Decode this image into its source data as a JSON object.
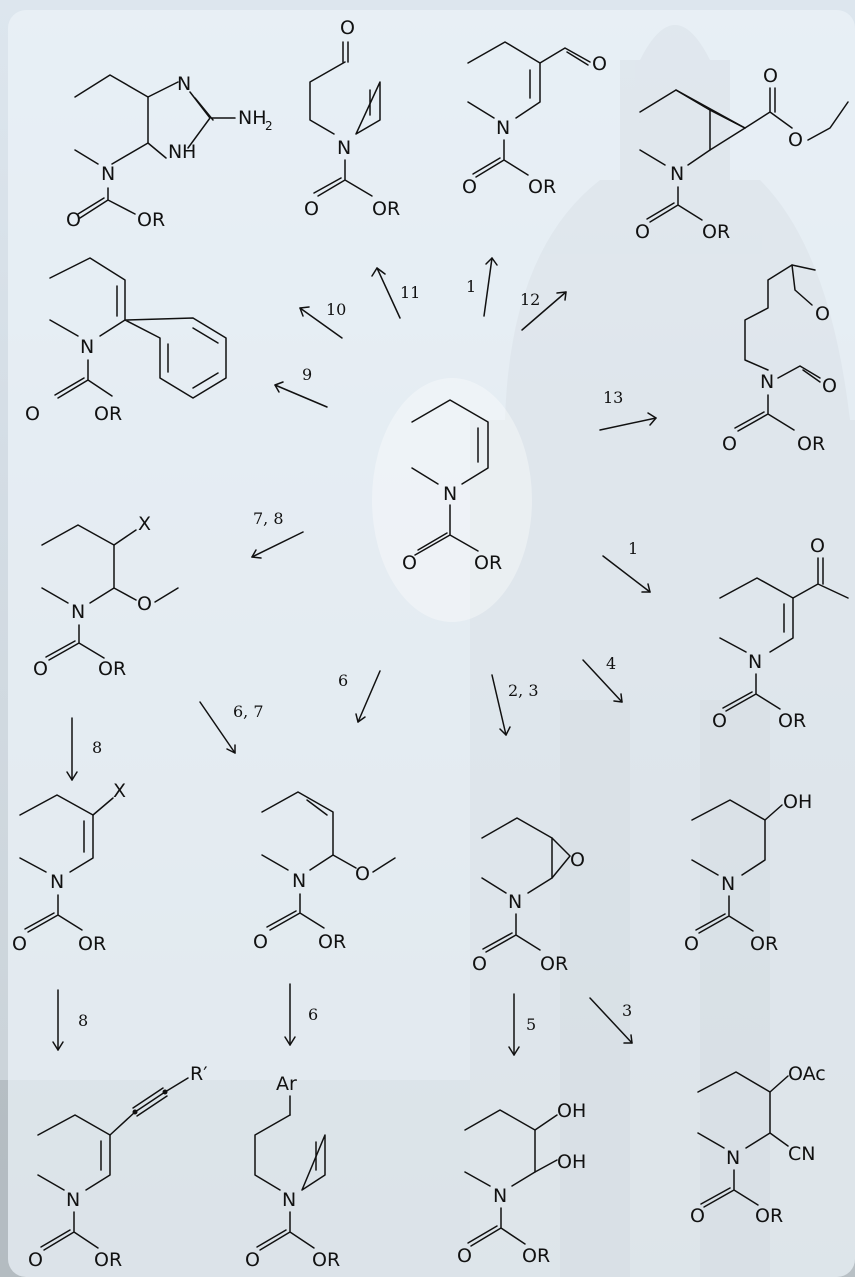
{
  "center": {
    "N": "N",
    "O": "O",
    "OR": "OR"
  },
  "arrow_labels": {
    "a1_top": "1",
    "a1_right": "1",
    "a2_3": "2, 3",
    "a3": "3",
    "a4": "4",
    "a5": "5",
    "a6_center": "6",
    "a6_bottom": "6",
    "a6_7": "6, 7",
    "a7_8": "7, 8",
    "a8_mid": "8",
    "a8_bottom": "8",
    "a9": "9",
    "a10": "10",
    "a11": "11",
    "a12": "12",
    "a13": "13"
  },
  "labels": {
    "N": "N",
    "O": "O",
    "OR": "OR",
    "NH2": "NH",
    "sub2": "2",
    "NH": "N",
    "H": "H",
    "X": "X",
    "OH": "OH",
    "OAc": "OAc",
    "CN": "CN",
    "Ar": "Ar",
    "Rp": "R′"
  }
}
